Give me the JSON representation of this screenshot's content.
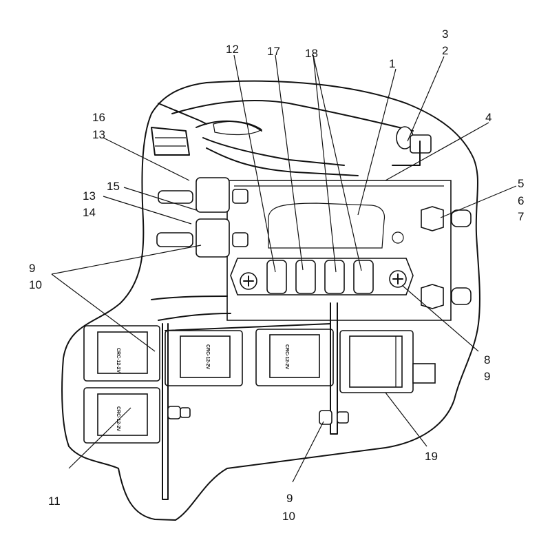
{
  "callouts": {
    "c1": "1",
    "c2": "2",
    "c3": "3",
    "c4": "4",
    "c5": "5",
    "c6": "6",
    "c7": "7",
    "c8": "8",
    "c9_right": "9",
    "c9_left": "9",
    "c10_left": "10",
    "c9_bottom": "9",
    "c10_bottom": "10",
    "c11": "11",
    "c12": "12",
    "c13_top": "13",
    "c13_mid": "13",
    "c14": "14",
    "c15": "15",
    "c16": "16",
    "c17": "17",
    "c18": "18",
    "c19": "19"
  },
  "colors": {
    "line": "#111111",
    "background": "#ffffff"
  }
}
